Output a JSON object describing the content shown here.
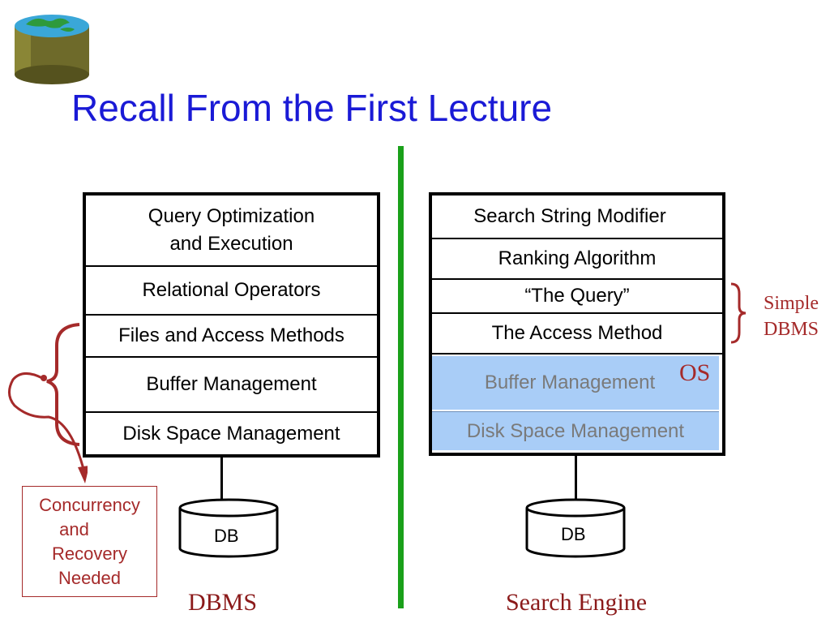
{
  "slide": {
    "title": "Recall From the First Lecture"
  },
  "dbms": {
    "layers": [
      {
        "line1": "Query Optimization",
        "line2": "and Execution"
      },
      {
        "label": "Relational Operators"
      },
      {
        "label": "Files and Access Methods"
      },
      {
        "label": "Buffer Management"
      },
      {
        "label": "Disk Space Management"
      }
    ],
    "db_label": "DB",
    "footer": "DBMS"
  },
  "search_engine": {
    "layers": [
      {
        "label": "Search String Modifier"
      },
      {
        "label": "Ranking Algorithm"
      },
      {
        "label": "“The Query”"
      },
      {
        "label": "The Access Method"
      },
      {
        "label": "Buffer Management"
      },
      {
        "label": "Disk Space Management"
      }
    ],
    "db_label": "DB",
    "footer": "Search Engine"
  },
  "annotations": {
    "os_label": "OS",
    "simple_dbms_line1": "Simple",
    "simple_dbms_line2": "DBMS",
    "concurrency_note": [
      "Concurrency",
      "and",
      "Recovery",
      "Needed"
    ]
  },
  "colors": {
    "title": "#1a1ad6",
    "divider": "#1aa01a",
    "annotation": "#a52a2a",
    "os_fill": "#a9cdf7",
    "os_text": "#7a7a7a"
  }
}
